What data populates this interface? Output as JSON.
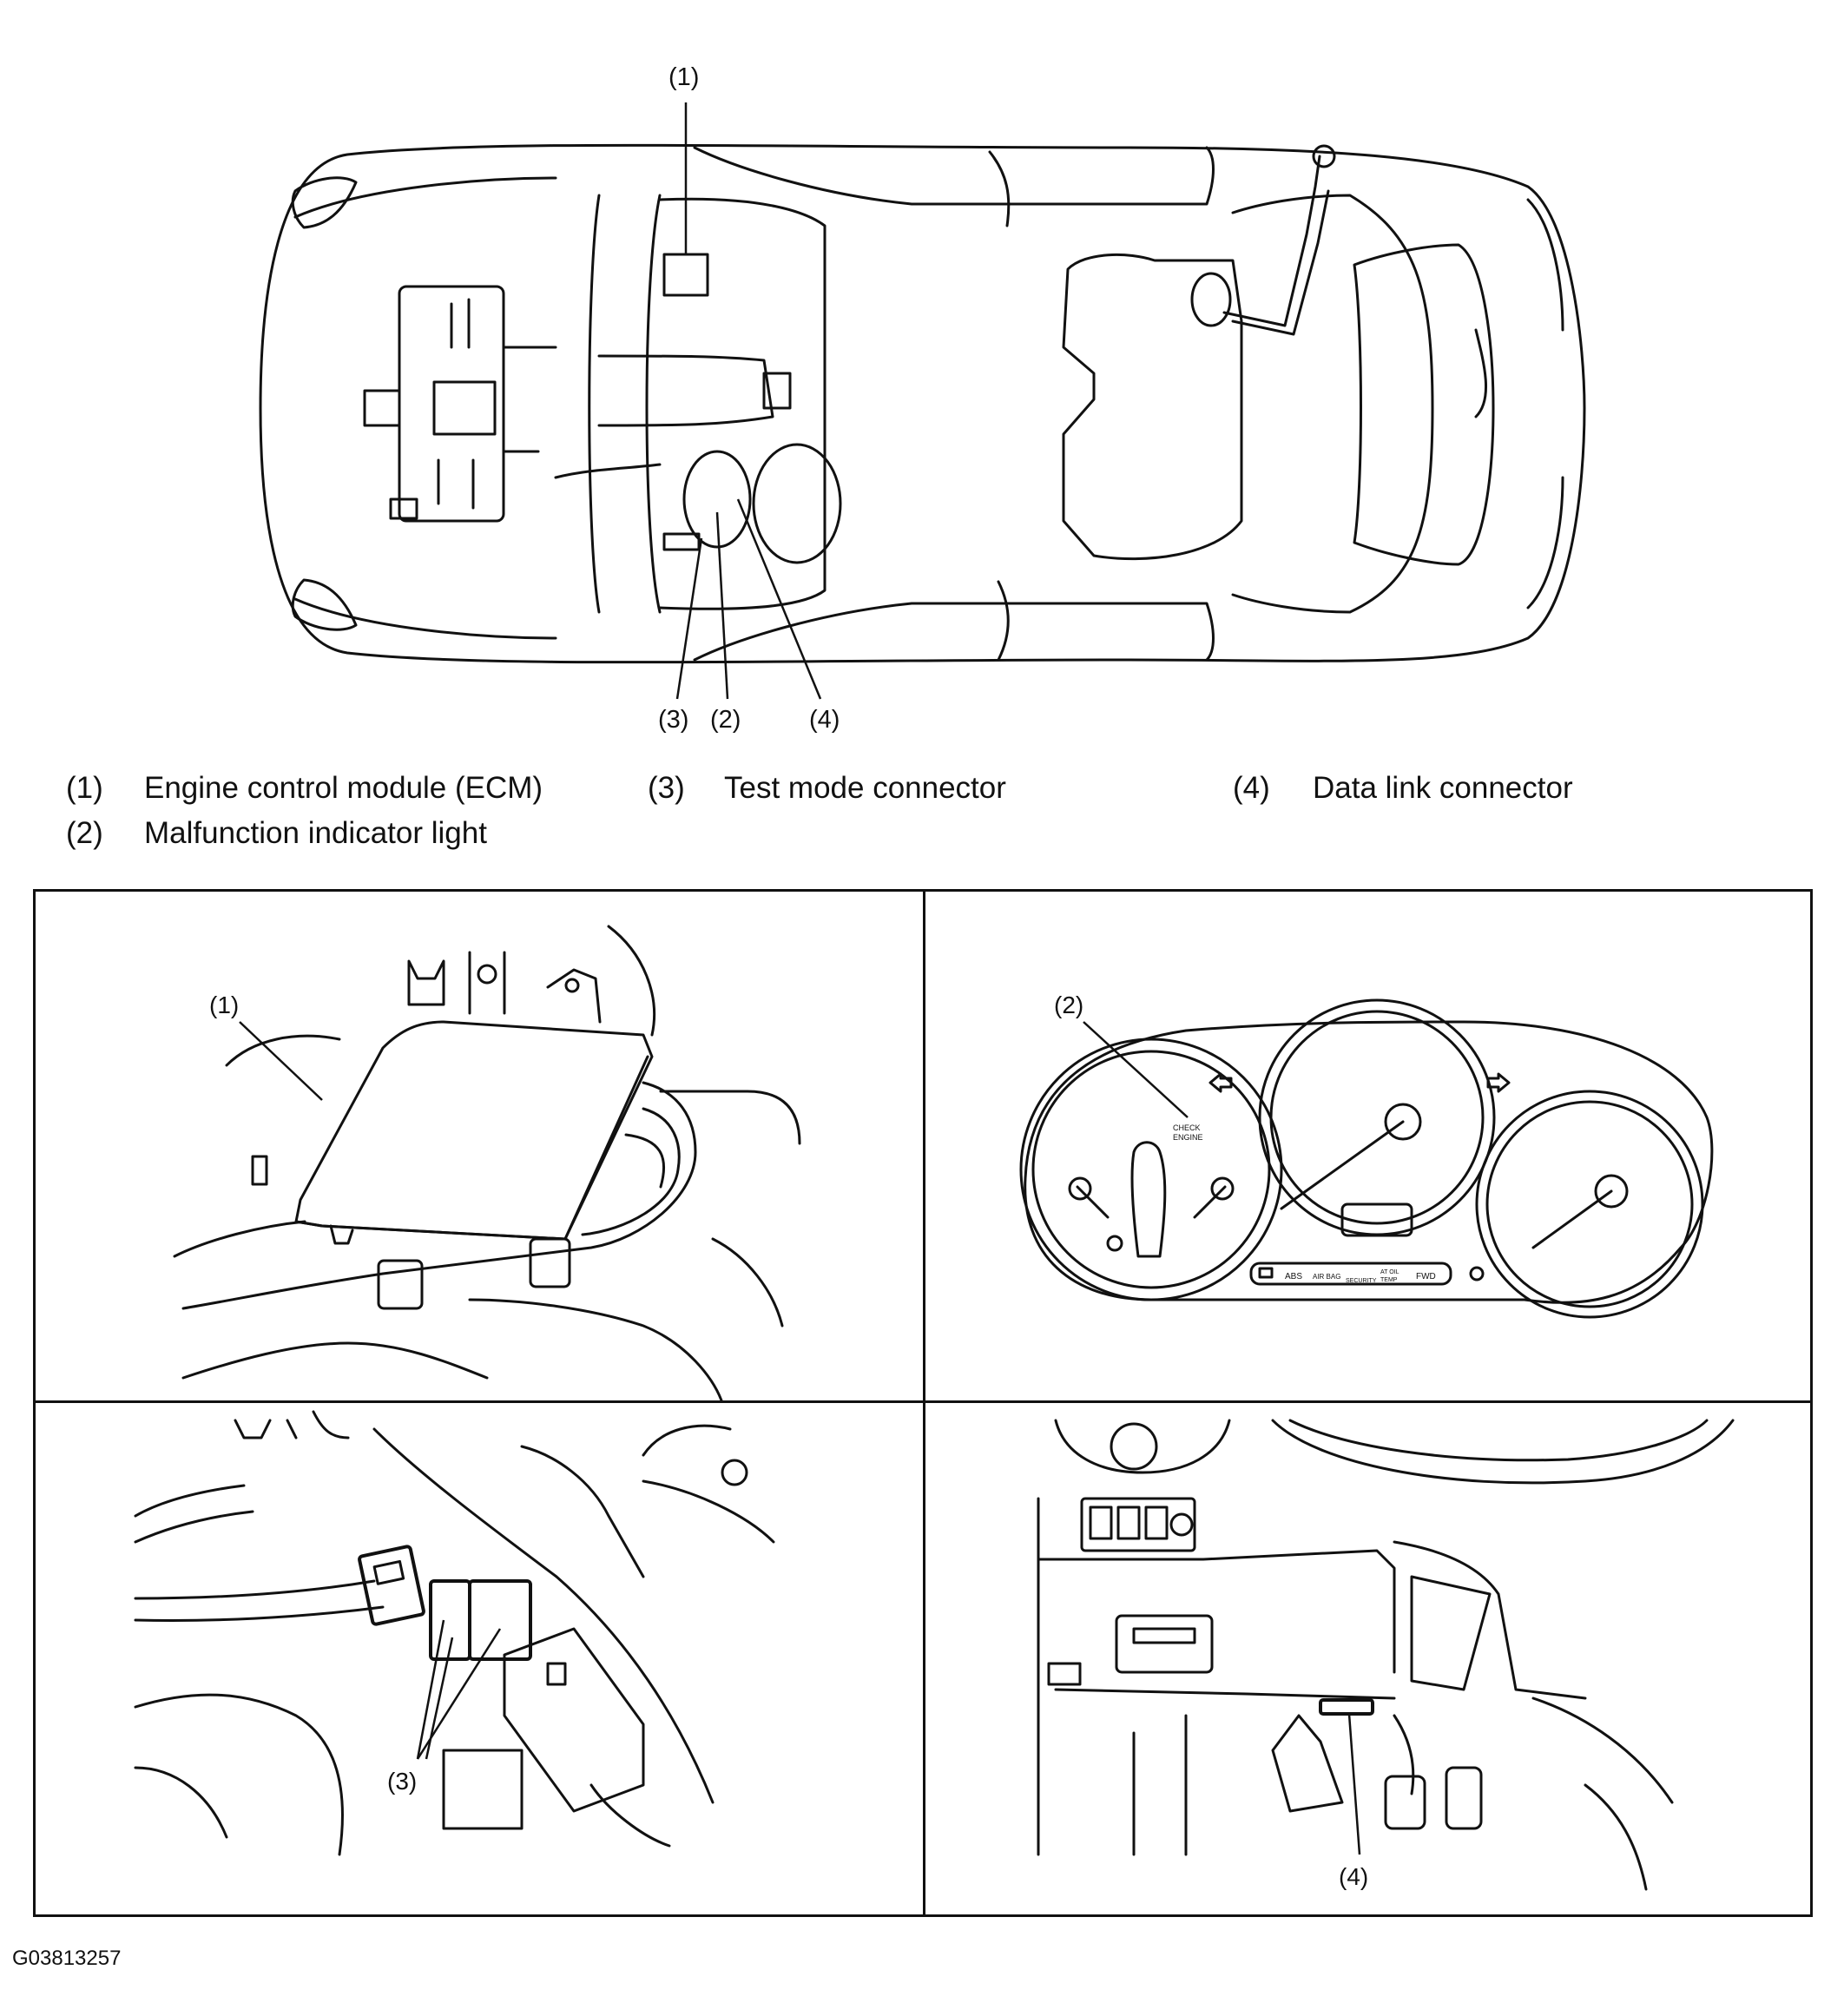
{
  "callouts": {
    "ecm": "(1)",
    "mil": "(2)",
    "test_mode": "(3)",
    "data_link": "(4)"
  },
  "legend": [
    {
      "num": "(1)",
      "label": "Engine control module (ECM)"
    },
    {
      "num": "(3)",
      "label": "Test mode connector"
    },
    {
      "num": "(4)",
      "label": "Data link connector"
    },
    {
      "num": "(2)",
      "label": "Malfunction indicator light"
    }
  ],
  "cluster": {
    "check_engine_line1": "CHECK",
    "check_engine_line2": "ENGINE",
    "abs": "ABS",
    "airbag": "AIR BAG",
    "security": "SECURITY",
    "at_oil_temp_line1": "AT OIL",
    "at_oil_temp_line2": "TEMP",
    "fwd": "FWD"
  },
  "figure_id": "G03813257"
}
